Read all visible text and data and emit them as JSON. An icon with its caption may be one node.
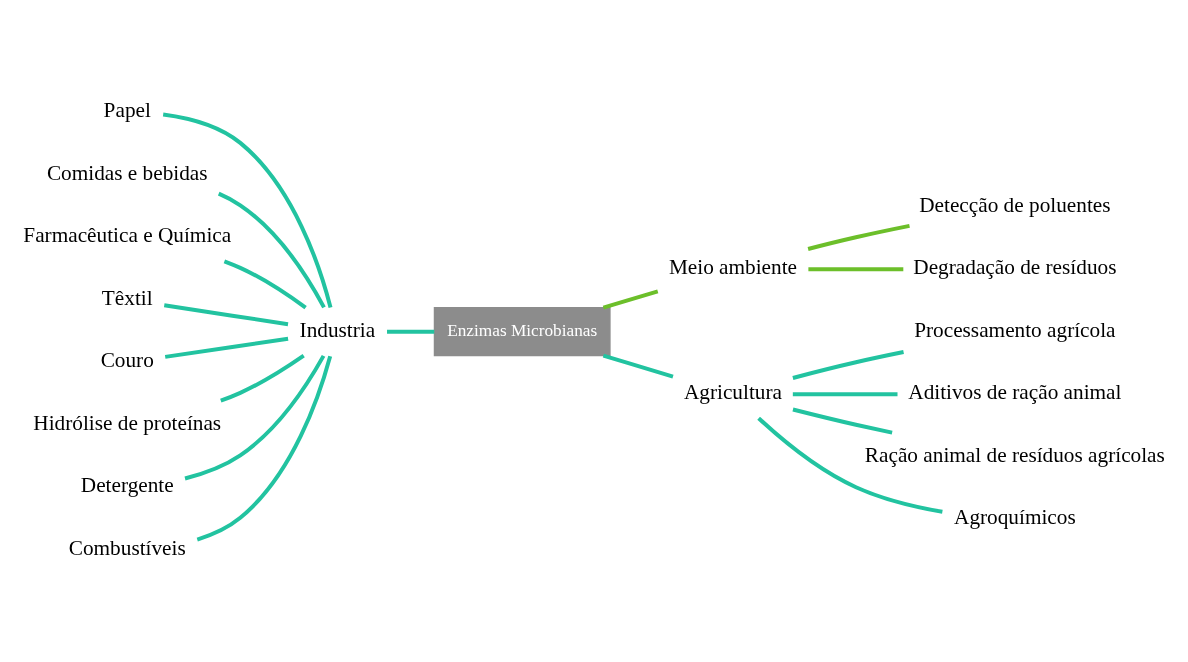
{
  "diagram": {
    "nodes": [
      {
        "text": [
          "Enzimas Microbianas"
        ]
      },
      {
        "text": [
          "Meio ambiente"
        ]
      },
      {
        "text": [
          "Detecção de poluentes"
        ]
      },
      {
        "text": [
          "Degradação de resíduos"
        ]
      },
      {
        "text": [
          "Industria"
        ]
      },
      {
        "text": [
          "Papel"
        ]
      },
      {
        "text": [
          "Comidas e bebidas"
        ]
      },
      {
        "text": [
          "Farmacêutica e Química"
        ]
      },
      {
        "text": [
          "Têxtil"
        ]
      },
      {
        "text": [
          "Couro"
        ]
      },
      {
        "text": [
          "Hidrólise de proteínas"
        ]
      },
      {
        "text": [
          "Detergente"
        ]
      },
      {
        "text": [
          "Combustíveis"
        ]
      },
      {
        "text": [
          "Agricultura"
        ]
      },
      {
        "text": [
          "Processamento agrícola"
        ]
      },
      {
        "text": [
          "Aditivos de ração animal"
        ]
      },
      {
        "text": [
          "Ração animal de resíduos agrícolas"
        ]
      },
      {
        "text": [
          "Agroquímicos"
        ]
      }
    ],
    "edges": [
      {
        "from": 0,
        "to": 1,
        "arrow": "none",
        "color": "#6cbf2a"
      },
      {
        "from": 1,
        "to": 2,
        "arrow": "none",
        "color": "#6cbf2a"
      },
      {
        "from": 1,
        "to": 3,
        "arrow": "none",
        "color": "#6cbf2a"
      },
      {
        "from": 4,
        "to": 0,
        "arrow": "none"
      },
      {
        "from": 5,
        "to": 4,
        "arrow": "none"
      },
      {
        "from": 6,
        "to": 4,
        "arrow": "none"
      },
      {
        "from": 7,
        "to": 4,
        "arrow": "none"
      },
      {
        "from": 8,
        "to": 4,
        "arrow": "none"
      },
      {
        "from": 9,
        "to": 4,
        "arrow": "none"
      },
      {
        "from": 10,
        "to": 4,
        "arrow": "none"
      },
      {
        "from": 11,
        "to": 4,
        "arrow": "none"
      },
      {
        "from": 12,
        "to": 4,
        "arrow": "none"
      },
      {
        "from": 0,
        "to": 13,
        "arrow": "none"
      },
      {
        "from": 13,
        "to": 14,
        "arrow": "none"
      },
      {
        "from": 13,
        "to": 15,
        "arrow": "none"
      },
      {
        "from": 13,
        "to": 16,
        "arrow": "none"
      },
      {
        "from": 13,
        "to": 17,
        "arrow": "none"
      }
    ]
  }
}
